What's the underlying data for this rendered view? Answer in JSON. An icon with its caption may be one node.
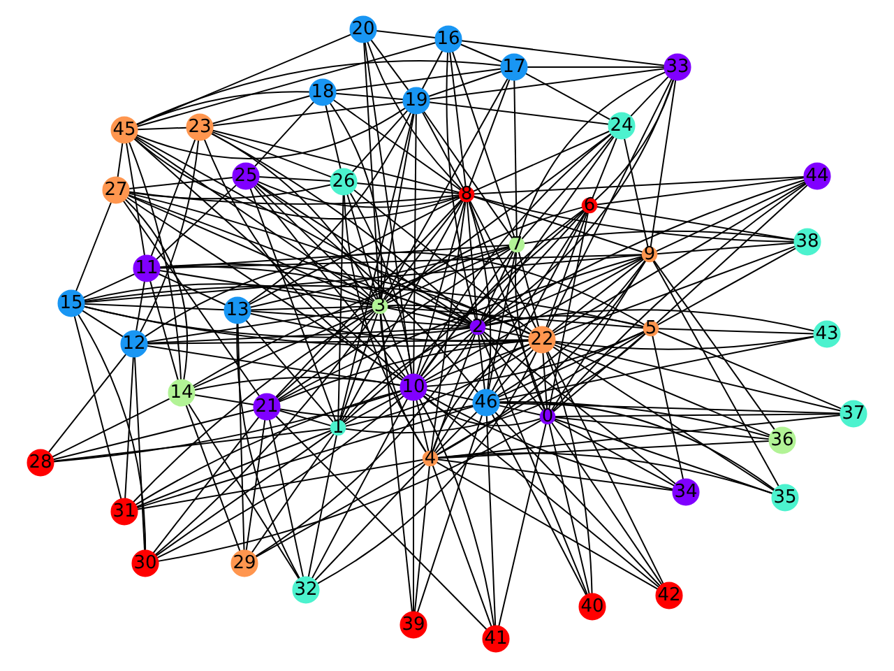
{
  "diagram": {
    "nodes": [
      {
        "text": [
          "0"
        ]
      },
      {
        "text": [
          "1"
        ]
      },
      {
        "text": [
          "2"
        ]
      },
      {
        "text": [
          "3"
        ]
      },
      {
        "text": [
          "4"
        ]
      },
      {
        "text": [
          "5"
        ]
      },
      {
        "text": [
          "6"
        ]
      },
      {
        "text": [
          "7"
        ]
      },
      {
        "text": [
          "8"
        ]
      },
      {
        "text": [
          "9"
        ]
      },
      {
        "text": [
          "10"
        ]
      },
      {
        "text": [
          "11"
        ]
      },
      {
        "text": [
          "12"
        ]
      },
      {
        "text": [
          "13"
        ]
      },
      {
        "text": [
          "14"
        ]
      },
      {
        "text": [
          "15"
        ]
      },
      {
        "text": [
          "16"
        ]
      },
      {
        "text": [
          "17"
        ]
      },
      {
        "text": [
          "18"
        ]
      },
      {
        "text": [
          "19"
        ]
      },
      {
        "text": [
          "20"
        ]
      },
      {
        "text": [
          "21"
        ]
      },
      {
        "text": [
          "22"
        ]
      },
      {
        "text": [
          "23"
        ]
      },
      {
        "text": [
          "24"
        ]
      },
      {
        "text": [
          "25"
        ]
      },
      {
        "text": [
          "26"
        ]
      },
      {
        "text": [
          "27"
        ]
      },
      {
        "text": [
          "28"
        ]
      },
      {
        "text": [
          "29"
        ]
      },
      {
        "text": [
          "30"
        ]
      },
      {
        "text": [
          "31"
        ]
      },
      {
        "text": [
          "32"
        ]
      },
      {
        "text": [
          "33"
        ]
      },
      {
        "text": [
          "34"
        ]
      },
      {
        "text": [
          "35"
        ]
      },
      {
        "text": [
          "36"
        ]
      },
      {
        "text": [
          "37"
        ]
      },
      {
        "text": [
          "38"
        ]
      },
      {
        "text": [
          "39"
        ]
      },
      {
        "text": [
          "40"
        ]
      },
      {
        "text": [
          "41"
        ]
      },
      {
        "text": [
          "42"
        ]
      },
      {
        "text": [
          "43"
        ]
      },
      {
        "text": [
          "44"
        ]
      },
      {
        "text": [
          "45"
        ]
      },
      {
        "text": [
          "46"
        ]
      }
    ],
    "edges": [
      {
        "from": 20,
        "to": 16,
        "arrow": "none"
      },
      {
        "from": 20,
        "to": 45,
        "arrow": "none"
      },
      {
        "from": 20,
        "to": 19,
        "arrow": "none"
      },
      {
        "from": 20,
        "to": 3,
        "arrow": "none"
      },
      {
        "from": 20,
        "to": 10,
        "arrow": "none"
      },
      {
        "from": 20,
        "to": 8,
        "arrow": "none"
      },
      {
        "from": 16,
        "to": 17,
        "arrow": "none"
      },
      {
        "from": 16,
        "to": 33,
        "arrow": "none"
      },
      {
        "from": 16,
        "to": 19,
        "arrow": "none"
      },
      {
        "from": 16,
        "to": 45,
        "arrow": "none"
      },
      {
        "from": 16,
        "to": 8,
        "arrow": "none"
      },
      {
        "from": 16,
        "to": 7,
        "arrow": "none"
      },
      {
        "from": 16,
        "to": 2,
        "arrow": "none"
      },
      {
        "from": 17,
        "to": 33,
        "arrow": "none"
      },
      {
        "from": 17,
        "to": 19,
        "arrow": "none"
      },
      {
        "from": 17,
        "to": 18,
        "arrow": "none"
      },
      {
        "from": 17,
        "to": 24,
        "arrow": "none"
      },
      {
        "from": 17,
        "to": 8,
        "arrow": "none"
      },
      {
        "from": 17,
        "to": 7,
        "arrow": "none"
      },
      {
        "from": 17,
        "to": 45,
        "arrow": "none"
      },
      {
        "from": 33,
        "to": 19,
        "arrow": "none"
      },
      {
        "from": 33,
        "to": 24,
        "arrow": "none"
      },
      {
        "from": 33,
        "to": 6,
        "arrow": "none"
      },
      {
        "from": 33,
        "to": 9,
        "arrow": "none"
      },
      {
        "from": 33,
        "to": 22,
        "arrow": "none"
      },
      {
        "from": 33,
        "to": 7,
        "arrow": "none"
      },
      {
        "from": 33,
        "to": 2,
        "arrow": "none"
      },
      {
        "from": 24,
        "to": 19,
        "arrow": "none"
      },
      {
        "from": 24,
        "to": 8,
        "arrow": "none"
      },
      {
        "from": 24,
        "to": 6,
        "arrow": "none"
      },
      {
        "from": 24,
        "to": 9,
        "arrow": "none"
      },
      {
        "from": 24,
        "to": 7,
        "arrow": "none"
      },
      {
        "from": 24,
        "to": 10,
        "arrow": "none"
      },
      {
        "from": 24,
        "to": 2,
        "arrow": "none"
      },
      {
        "from": 24,
        "to": 3,
        "arrow": "none"
      },
      {
        "from": 44,
        "to": 8,
        "arrow": "none"
      },
      {
        "from": 44,
        "to": 6,
        "arrow": "none"
      },
      {
        "from": 44,
        "to": 9,
        "arrow": "none"
      },
      {
        "from": 44,
        "to": 22,
        "arrow": "none"
      },
      {
        "from": 44,
        "to": 5,
        "arrow": "none"
      },
      {
        "from": 44,
        "to": 2,
        "arrow": "none"
      },
      {
        "from": 44,
        "to": 0,
        "arrow": "none"
      },
      {
        "from": 38,
        "to": 7,
        "arrow": "none"
      },
      {
        "from": 38,
        "to": 9,
        "arrow": "none"
      },
      {
        "from": 38,
        "to": 6,
        "arrow": "none"
      },
      {
        "from": 38,
        "to": 22,
        "arrow": "none"
      },
      {
        "from": 38,
        "to": 5,
        "arrow": "none"
      },
      {
        "from": 38,
        "to": 8,
        "arrow": "none"
      },
      {
        "from": 43,
        "to": 5,
        "arrow": "none"
      },
      {
        "from": 43,
        "to": 22,
        "arrow": "none"
      },
      {
        "from": 43,
        "to": 2,
        "arrow": "none"
      },
      {
        "from": 43,
        "to": 46,
        "arrow": "none"
      },
      {
        "from": 37,
        "to": 0,
        "arrow": "none"
      },
      {
        "from": 37,
        "to": 5,
        "arrow": "none"
      },
      {
        "from": 37,
        "to": 46,
        "arrow": "none"
      },
      {
        "from": 37,
        "to": 22,
        "arrow": "none"
      },
      {
        "from": 37,
        "to": 4,
        "arrow": "none"
      },
      {
        "from": 36,
        "to": 9,
        "arrow": "none"
      },
      {
        "from": 36,
        "to": 0,
        "arrow": "none"
      },
      {
        "from": 36,
        "to": 4,
        "arrow": "none"
      },
      {
        "from": 36,
        "to": 22,
        "arrow": "none"
      },
      {
        "from": 36,
        "to": 46,
        "arrow": "none"
      },
      {
        "from": 35,
        "to": 0,
        "arrow": "none"
      },
      {
        "from": 35,
        "to": 9,
        "arrow": "none"
      },
      {
        "from": 35,
        "to": 22,
        "arrow": "none"
      },
      {
        "from": 35,
        "to": 4,
        "arrow": "none"
      },
      {
        "from": 35,
        "to": 46,
        "arrow": "none"
      },
      {
        "from": 34,
        "to": 5,
        "arrow": "none"
      },
      {
        "from": 34,
        "to": 0,
        "arrow": "none"
      },
      {
        "from": 34,
        "to": 2,
        "arrow": "none"
      },
      {
        "from": 34,
        "to": 4,
        "arrow": "none"
      },
      {
        "from": 34,
        "to": 10,
        "arrow": "none"
      },
      {
        "from": 42,
        "to": 0,
        "arrow": "none"
      },
      {
        "from": 42,
        "to": 4,
        "arrow": "none"
      },
      {
        "from": 42,
        "to": 46,
        "arrow": "none"
      },
      {
        "from": 42,
        "to": 22,
        "arrow": "none"
      },
      {
        "from": 42,
        "to": 10,
        "arrow": "none"
      },
      {
        "from": 40,
        "to": 0,
        "arrow": "none"
      },
      {
        "from": 40,
        "to": 22,
        "arrow": "none"
      },
      {
        "from": 40,
        "to": 2,
        "arrow": "none"
      },
      {
        "from": 40,
        "to": 46,
        "arrow": "none"
      },
      {
        "from": 41,
        "to": 46,
        "arrow": "none"
      },
      {
        "from": 41,
        "to": 4,
        "arrow": "none"
      },
      {
        "from": 41,
        "to": 10,
        "arrow": "none"
      },
      {
        "from": 41,
        "to": 21,
        "arrow": "none"
      },
      {
        "from": 41,
        "to": 0,
        "arrow": "none"
      },
      {
        "from": 39,
        "to": 10,
        "arrow": "none"
      },
      {
        "from": 39,
        "to": 4,
        "arrow": "none"
      },
      {
        "from": 39,
        "to": 3,
        "arrow": "none"
      },
      {
        "from": 39,
        "to": 46,
        "arrow": "none"
      },
      {
        "from": 32,
        "to": 13,
        "arrow": "none"
      },
      {
        "from": 32,
        "to": 21,
        "arrow": "none"
      },
      {
        "from": 32,
        "to": 14,
        "arrow": "none"
      },
      {
        "from": 32,
        "to": 1,
        "arrow": "none"
      },
      {
        "from": 32,
        "to": 4,
        "arrow": "none"
      },
      {
        "from": 32,
        "to": 10,
        "arrow": "none"
      },
      {
        "from": 32,
        "to": 22,
        "arrow": "none"
      },
      {
        "from": 29,
        "to": 21,
        "arrow": "none"
      },
      {
        "from": 29,
        "to": 13,
        "arrow": "none"
      },
      {
        "from": 29,
        "to": 14,
        "arrow": "none"
      },
      {
        "from": 29,
        "to": 1,
        "arrow": "none"
      },
      {
        "from": 29,
        "to": 2,
        "arrow": "none"
      },
      {
        "from": 29,
        "to": 4,
        "arrow": "none"
      },
      {
        "from": 30,
        "to": 12,
        "arrow": "none"
      },
      {
        "from": 30,
        "to": 15,
        "arrow": "none"
      },
      {
        "from": 30,
        "to": 21,
        "arrow": "none"
      },
      {
        "from": 30,
        "to": 1,
        "arrow": "none"
      },
      {
        "from": 30,
        "to": 10,
        "arrow": "none"
      },
      {
        "from": 30,
        "to": 3,
        "arrow": "none"
      },
      {
        "from": 30,
        "to": 0,
        "arrow": "none"
      },
      {
        "from": 31,
        "to": 15,
        "arrow": "none"
      },
      {
        "from": 31,
        "to": 12,
        "arrow": "none"
      },
      {
        "from": 31,
        "to": 10,
        "arrow": "none"
      },
      {
        "from": 31,
        "to": 1,
        "arrow": "none"
      },
      {
        "from": 31,
        "to": 4,
        "arrow": "none"
      },
      {
        "from": 31,
        "to": 46,
        "arrow": "none"
      },
      {
        "from": 31,
        "to": 3,
        "arrow": "none"
      },
      {
        "from": 28,
        "to": 12,
        "arrow": "none"
      },
      {
        "from": 28,
        "to": 14,
        "arrow": "none"
      },
      {
        "from": 28,
        "to": 1,
        "arrow": "none"
      },
      {
        "from": 28,
        "to": 10,
        "arrow": "none"
      },
      {
        "from": 28,
        "to": 21,
        "arrow": "none"
      },
      {
        "from": 45,
        "to": 23,
        "arrow": "none"
      },
      {
        "from": 45,
        "to": 18,
        "arrow": "none"
      },
      {
        "from": 45,
        "to": 19,
        "arrow": "none"
      },
      {
        "from": 45,
        "to": 27,
        "arrow": "none"
      },
      {
        "from": 45,
        "to": 11,
        "arrow": "none"
      },
      {
        "from": 45,
        "to": 14,
        "arrow": "none"
      },
      {
        "from": 45,
        "to": 3,
        "arrow": "none"
      },
      {
        "from": 45,
        "to": 8,
        "arrow": "none"
      },
      {
        "from": 45,
        "to": 10,
        "arrow": "none"
      },
      {
        "from": 45,
        "to": 2,
        "arrow": "none"
      },
      {
        "from": 23,
        "to": 18,
        "arrow": "none"
      },
      {
        "from": 23,
        "to": 19,
        "arrow": "none"
      },
      {
        "from": 23,
        "to": 26,
        "arrow": "none"
      },
      {
        "from": 23,
        "to": 11,
        "arrow": "none"
      },
      {
        "from": 23,
        "to": 12,
        "arrow": "none"
      },
      {
        "from": 23,
        "to": 8,
        "arrow": "none"
      },
      {
        "from": 23,
        "to": 3,
        "arrow": "none"
      },
      {
        "from": 23,
        "to": 10,
        "arrow": "none"
      },
      {
        "from": 23,
        "to": 2,
        "arrow": "none"
      },
      {
        "from": 27,
        "to": 25,
        "arrow": "none"
      },
      {
        "from": 27,
        "to": 26,
        "arrow": "none"
      },
      {
        "from": 27,
        "to": 15,
        "arrow": "none"
      },
      {
        "from": 27,
        "to": 14,
        "arrow": "none"
      },
      {
        "from": 27,
        "to": 21,
        "arrow": "none"
      },
      {
        "from": 27,
        "to": 3,
        "arrow": "none"
      },
      {
        "from": 27,
        "to": 2,
        "arrow": "none"
      },
      {
        "from": 27,
        "to": 22,
        "arrow": "none"
      },
      {
        "from": 27,
        "to": 8,
        "arrow": "none"
      },
      {
        "from": 27,
        "to": 10,
        "arrow": "none"
      },
      {
        "from": 25,
        "to": 18,
        "arrow": "none"
      },
      {
        "from": 25,
        "to": 26,
        "arrow": "none"
      },
      {
        "from": 25,
        "to": 11,
        "arrow": "none"
      },
      {
        "from": 25,
        "to": 3,
        "arrow": "none"
      },
      {
        "from": 25,
        "to": 8,
        "arrow": "none"
      },
      {
        "from": 25,
        "to": 2,
        "arrow": "none"
      },
      {
        "from": 25,
        "to": 10,
        "arrow": "none"
      },
      {
        "from": 25,
        "to": 46,
        "arrow": "none"
      },
      {
        "from": 25,
        "to": 1,
        "arrow": "none"
      },
      {
        "from": 26,
        "to": 19,
        "arrow": "none"
      },
      {
        "from": 26,
        "to": 18,
        "arrow": "none"
      },
      {
        "from": 26,
        "to": 3,
        "arrow": "none"
      },
      {
        "from": 26,
        "to": 8,
        "arrow": "none"
      },
      {
        "from": 26,
        "to": 10,
        "arrow": "none"
      },
      {
        "from": 26,
        "to": 4,
        "arrow": "none"
      },
      {
        "from": 26,
        "to": 22,
        "arrow": "none"
      },
      {
        "from": 26,
        "to": 1,
        "arrow": "none"
      },
      {
        "from": 11,
        "to": 15,
        "arrow": "none"
      },
      {
        "from": 11,
        "to": 14,
        "arrow": "none"
      },
      {
        "from": 11,
        "to": 12,
        "arrow": "none"
      },
      {
        "from": 11,
        "to": 13,
        "arrow": "none"
      },
      {
        "from": 11,
        "to": 3,
        "arrow": "none"
      },
      {
        "from": 11,
        "to": 2,
        "arrow": "none"
      },
      {
        "from": 11,
        "to": 22,
        "arrow": "none"
      },
      {
        "from": 11,
        "to": 7,
        "arrow": "none"
      },
      {
        "from": 11,
        "to": 9,
        "arrow": "none"
      },
      {
        "from": 15,
        "to": 13,
        "arrow": "none"
      },
      {
        "from": 15,
        "to": 3,
        "arrow": "none"
      },
      {
        "from": 15,
        "to": 12,
        "arrow": "none"
      },
      {
        "from": 15,
        "to": 2,
        "arrow": "none"
      },
      {
        "from": 15,
        "to": 22,
        "arrow": "none"
      },
      {
        "from": 15,
        "to": 5,
        "arrow": "none"
      },
      {
        "from": 15,
        "to": 9,
        "arrow": "none"
      },
      {
        "from": 12,
        "to": 3,
        "arrow": "none"
      },
      {
        "from": 12,
        "to": 2,
        "arrow": "none"
      },
      {
        "from": 12,
        "to": 22,
        "arrow": "none"
      },
      {
        "from": 12,
        "to": 10,
        "arrow": "none"
      },
      {
        "from": 12,
        "to": 5,
        "arrow": "none"
      },
      {
        "from": 13,
        "to": 3,
        "arrow": "none"
      },
      {
        "from": 13,
        "to": 1,
        "arrow": "none"
      },
      {
        "from": 13,
        "to": 2,
        "arrow": "none"
      },
      {
        "from": 13,
        "to": 22,
        "arrow": "none"
      },
      {
        "from": 13,
        "to": 7,
        "arrow": "none"
      },
      {
        "from": 13,
        "to": 8,
        "arrow": "none"
      },
      {
        "from": 13,
        "to": 19,
        "arrow": "none"
      },
      {
        "from": 14,
        "to": 21,
        "arrow": "none"
      },
      {
        "from": 14,
        "to": 10,
        "arrow": "none"
      },
      {
        "from": 14,
        "to": 3,
        "arrow": "none"
      },
      {
        "from": 14,
        "to": 7,
        "arrow": "none"
      },
      {
        "from": 21,
        "to": 1,
        "arrow": "none"
      },
      {
        "from": 21,
        "to": 3,
        "arrow": "none"
      },
      {
        "from": 21,
        "to": 7,
        "arrow": "none"
      },
      {
        "from": 21,
        "to": 8,
        "arrow": "none"
      },
      {
        "from": 21,
        "to": 22,
        "arrow": "none"
      },
      {
        "from": 21,
        "to": 9,
        "arrow": "none"
      },
      {
        "from": 21,
        "to": 46,
        "arrow": "none"
      },
      {
        "from": 1,
        "to": 3,
        "arrow": "none"
      },
      {
        "from": 1,
        "to": 2,
        "arrow": "none"
      },
      {
        "from": 1,
        "to": 8,
        "arrow": "none"
      },
      {
        "from": 1,
        "to": 6,
        "arrow": "none"
      },
      {
        "from": 1,
        "to": 10,
        "arrow": "none"
      },
      {
        "from": 1,
        "to": 22,
        "arrow": "none"
      },
      {
        "from": 1,
        "to": 5,
        "arrow": "none"
      },
      {
        "from": 1,
        "to": 19,
        "arrow": "none"
      },
      {
        "from": 3,
        "to": 10,
        "arrow": "none"
      },
      {
        "from": 3,
        "to": 2,
        "arrow": "none"
      },
      {
        "from": 3,
        "to": 8,
        "arrow": "none"
      },
      {
        "from": 3,
        "to": 7,
        "arrow": "none"
      },
      {
        "from": 3,
        "to": 22,
        "arrow": "none"
      },
      {
        "from": 3,
        "to": 5,
        "arrow": "none"
      },
      {
        "from": 3,
        "to": 6,
        "arrow": "none"
      },
      {
        "from": 3,
        "to": 19,
        "arrow": "none"
      },
      {
        "from": 3,
        "to": 18,
        "arrow": "none"
      },
      {
        "from": 3,
        "to": 17,
        "arrow": "none"
      },
      {
        "from": 3,
        "to": 4,
        "arrow": "none"
      },
      {
        "from": 8,
        "to": 2,
        "arrow": "none"
      },
      {
        "from": 8,
        "to": 10,
        "arrow": "none"
      },
      {
        "from": 8,
        "to": 46,
        "arrow": "none"
      },
      {
        "from": 8,
        "to": 0,
        "arrow": "none"
      },
      {
        "from": 8,
        "to": 4,
        "arrow": "none"
      },
      {
        "from": 8,
        "to": 22,
        "arrow": "none"
      },
      {
        "from": 8,
        "to": 9,
        "arrow": "none"
      },
      {
        "from": 6,
        "to": 2,
        "arrow": "none"
      },
      {
        "from": 6,
        "to": 10,
        "arrow": "none"
      },
      {
        "from": 6,
        "to": 22,
        "arrow": "none"
      },
      {
        "from": 6,
        "to": 0,
        "arrow": "none"
      },
      {
        "from": 6,
        "to": 46,
        "arrow": "none"
      },
      {
        "from": 6,
        "to": 4,
        "arrow": "none"
      },
      {
        "from": 7,
        "to": 10,
        "arrow": "none"
      },
      {
        "from": 7,
        "to": 22,
        "arrow": "none"
      },
      {
        "from": 7,
        "to": 0,
        "arrow": "none"
      },
      {
        "from": 7,
        "to": 46,
        "arrow": "none"
      },
      {
        "from": 7,
        "to": 2,
        "arrow": "none"
      },
      {
        "from": 9,
        "to": 2,
        "arrow": "none"
      },
      {
        "from": 9,
        "to": 10,
        "arrow": "none"
      },
      {
        "from": 9,
        "to": 22,
        "arrow": "none"
      },
      {
        "from": 9,
        "to": 4,
        "arrow": "none"
      },
      {
        "from": 9,
        "to": 46,
        "arrow": "none"
      },
      {
        "from": 9,
        "to": 0,
        "arrow": "none"
      },
      {
        "from": 5,
        "to": 10,
        "arrow": "none"
      },
      {
        "from": 5,
        "to": 2,
        "arrow": "none"
      },
      {
        "from": 5,
        "to": 4,
        "arrow": "none"
      },
      {
        "from": 5,
        "to": 46,
        "arrow": "none"
      },
      {
        "from": 5,
        "to": 0,
        "arrow": "none"
      },
      {
        "from": 2,
        "to": 10,
        "arrow": "none"
      },
      {
        "from": 2,
        "to": 22,
        "arrow": "none"
      },
      {
        "from": 2,
        "to": 46,
        "arrow": "none"
      },
      {
        "from": 2,
        "to": 4,
        "arrow": "none"
      },
      {
        "from": 2,
        "to": 0,
        "arrow": "none"
      },
      {
        "from": 22,
        "to": 10,
        "arrow": "none"
      },
      {
        "from": 22,
        "to": 46,
        "arrow": "none"
      },
      {
        "from": 22,
        "to": 0,
        "arrow": "none"
      },
      {
        "from": 22,
        "to": 4,
        "arrow": "none"
      },
      {
        "from": 46,
        "to": 10,
        "arrow": "none"
      },
      {
        "from": 46,
        "to": 4,
        "arrow": "none"
      },
      {
        "from": 46,
        "to": 0,
        "arrow": "none"
      },
      {
        "from": 10,
        "to": 4,
        "arrow": "none"
      },
      {
        "from": 10,
        "to": 0,
        "arrow": "none"
      },
      {
        "from": 18,
        "to": 19,
        "arrow": "none"
      },
      {
        "from": 18,
        "to": 8,
        "arrow": "none"
      },
      {
        "from": 19,
        "to": 10,
        "arrow": "none"
      },
      {
        "from": 19,
        "to": 8,
        "arrow": "none"
      },
      {
        "from": 19,
        "to": 7,
        "arrow": "none"
      }
    ]
  }
}
